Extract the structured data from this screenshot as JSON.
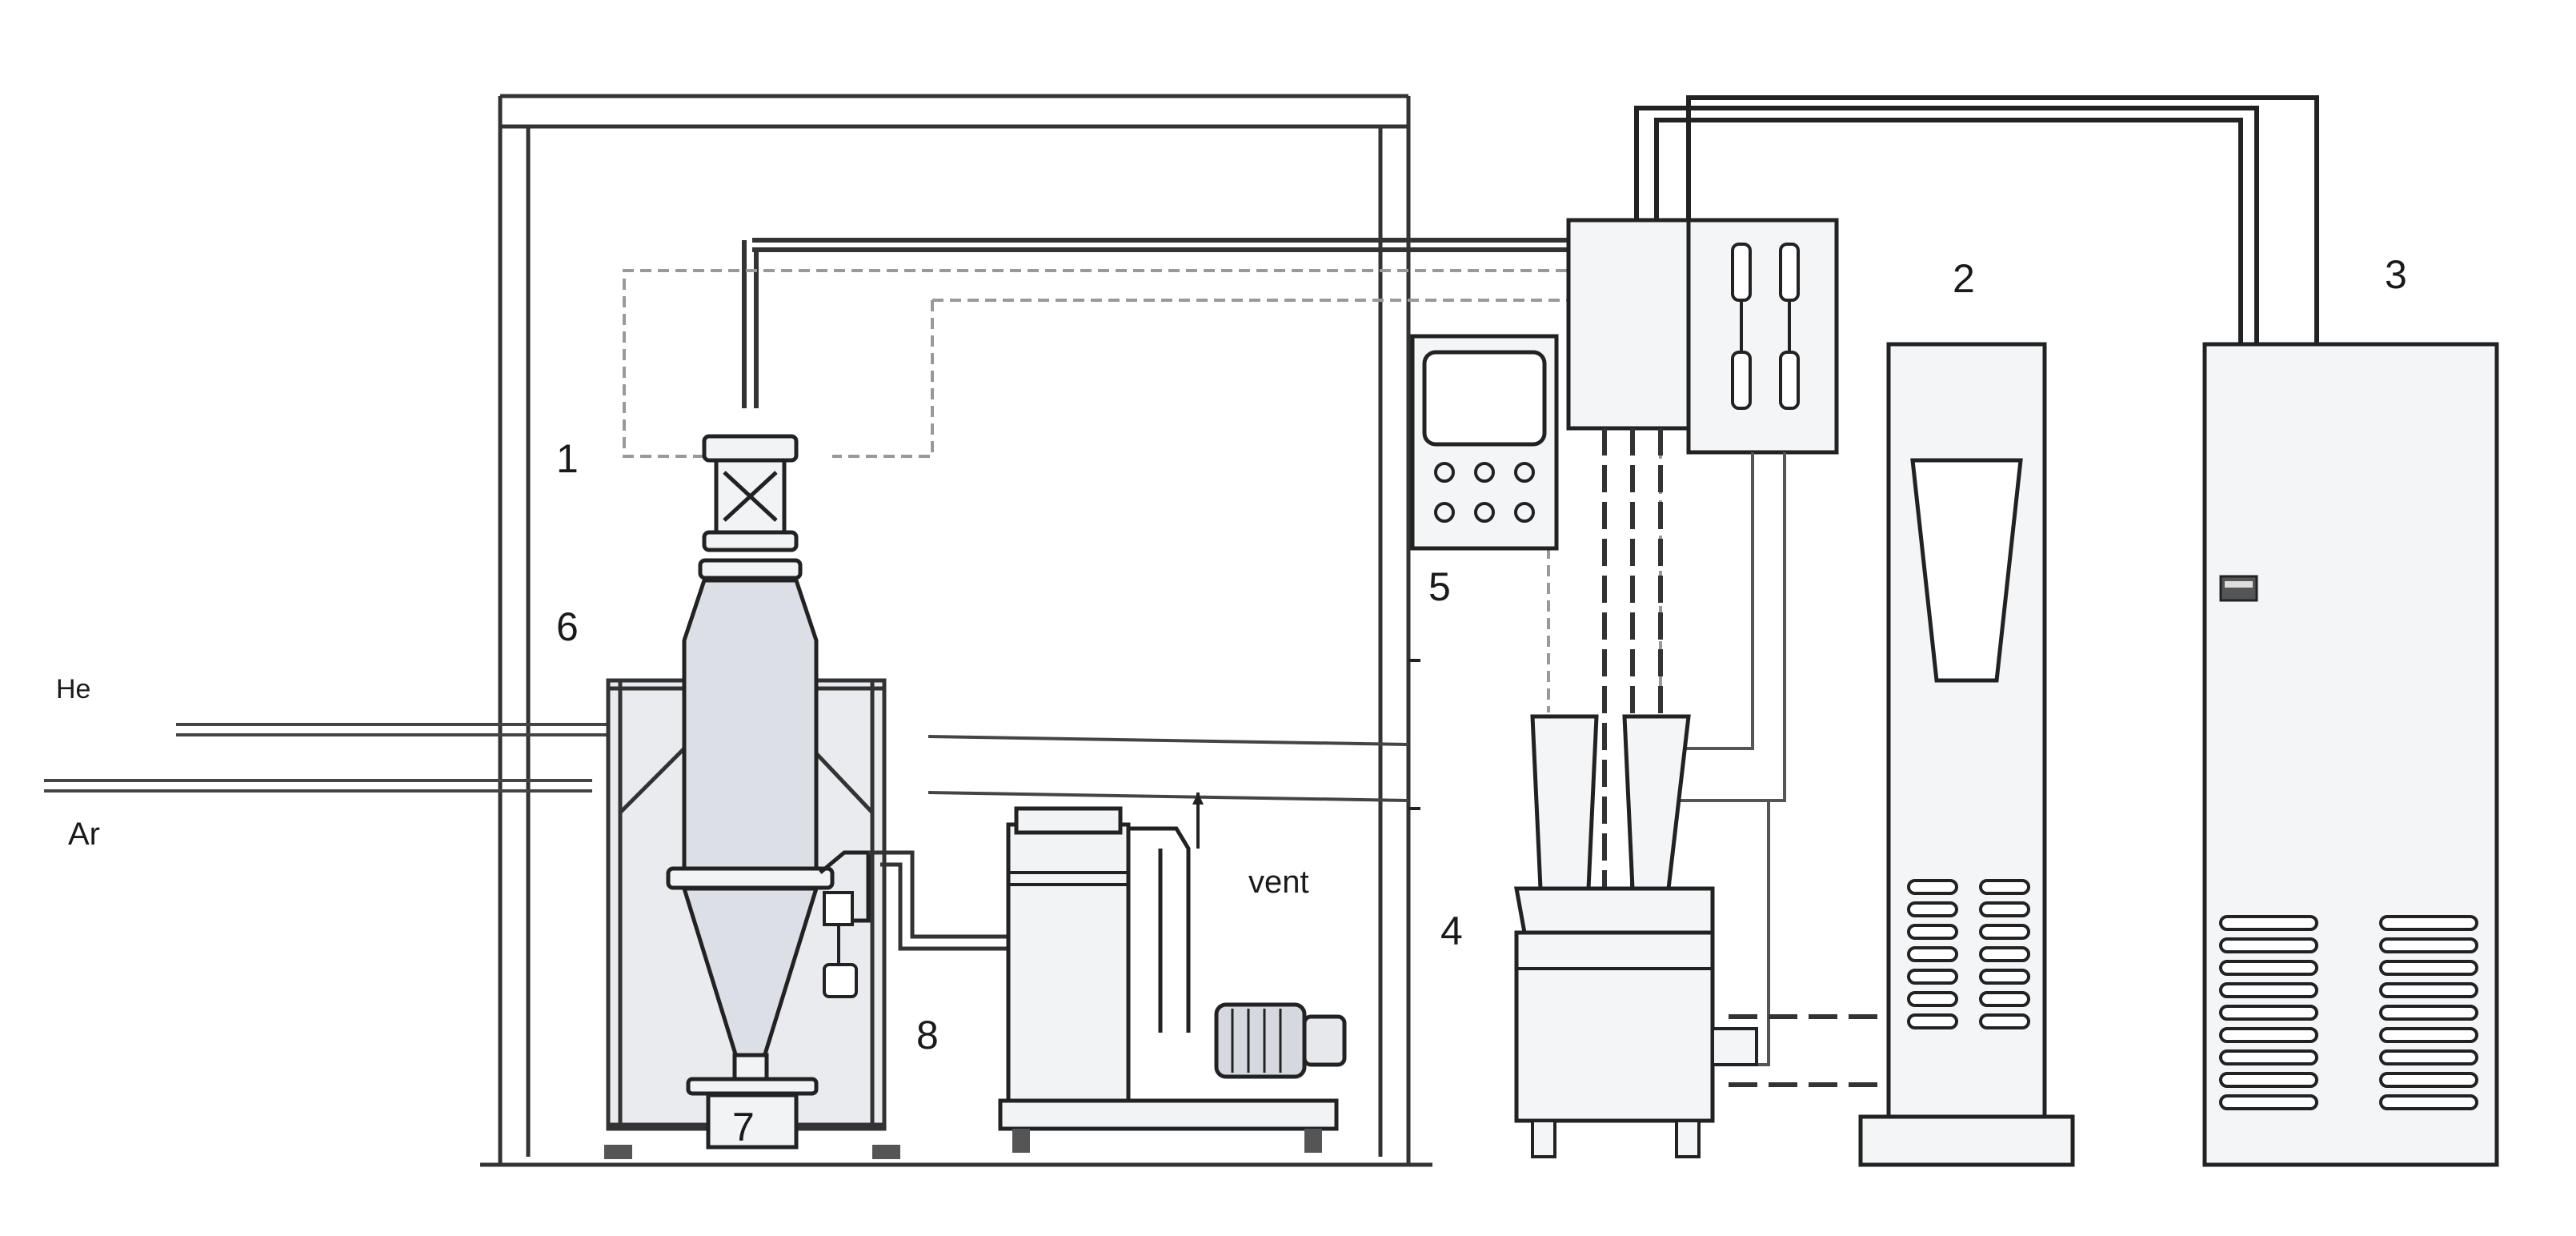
{
  "labels": {
    "n1": "1",
    "n2": "2",
    "n3": "3",
    "n4": "4",
    "n5": "5",
    "n6": "6",
    "n7": "7",
    "n8": "8",
    "he": "He",
    "ar": "Ar",
    "vent": "vent"
  },
  "colors": {
    "line": "#222222",
    "dashed_light": "#9a9a9a",
    "fill_light": "#e6e8ec",
    "fill_vessel": "#dcdfe6"
  }
}
